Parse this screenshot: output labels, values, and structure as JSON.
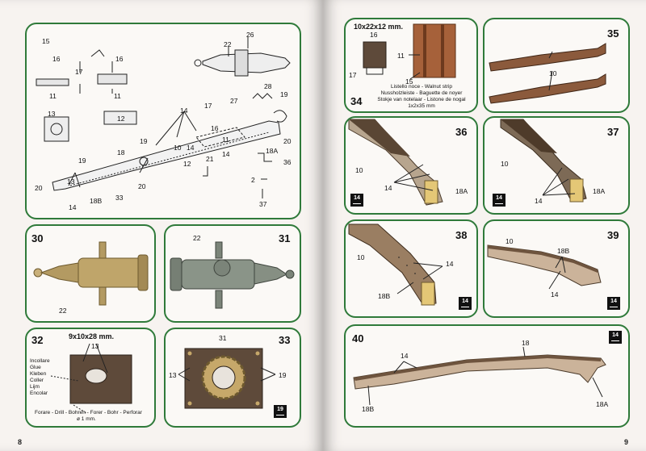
{
  "pages": {
    "left_number": "8",
    "right_number": "9"
  },
  "panel_main": {
    "labels": [
      "15",
      "16",
      "17",
      "16",
      "11",
      "11",
      "22",
      "26",
      "13",
      "12",
      "28",
      "27",
      "19",
      "14",
      "17",
      "16",
      "11",
      "20",
      "10",
      "14",
      "19",
      "18",
      "19",
      "20",
      "13",
      "12",
      "21",
      "14",
      "18A",
      "36",
      "20",
      "14",
      "18B",
      "33",
      "2",
      "37"
    ]
  },
  "step30": {
    "number": "30",
    "labels": [
      "22"
    ]
  },
  "step31": {
    "number": "31",
    "labels": [
      "22"
    ]
  },
  "step32": {
    "number": "32",
    "dimension": "9x10x28 mm.",
    "labels": [
      "13"
    ],
    "glue_note": [
      "Incollare",
      "Glue",
      "Kleben",
      "Coller",
      "Lijm",
      "Encolar"
    ],
    "drill_note": [
      "Forare - Drill - Bohren - Forer - Bohr - Perforar",
      "ø 1 mm."
    ]
  },
  "step33": {
    "number": "33",
    "labels": [
      "31",
      "13",
      "19"
    ],
    "badge": "19"
  },
  "step34": {
    "number": "34",
    "dimension": "10x22x12 mm.",
    "labels": [
      "16",
      "17",
      "11",
      "15"
    ],
    "strip_note": [
      "Listello noce - Walnut strip",
      "Nussholzleiste - Baguette de noyer",
      "Stokje van notelaar - Listone de nogal",
      "1x2x35 mm"
    ]
  },
  "step35": {
    "number": "35",
    "labels": [
      "10"
    ]
  },
  "step36": {
    "number": "36",
    "labels": [
      "10",
      "14",
      "18A"
    ],
    "badge": "14"
  },
  "step37": {
    "number": "37",
    "labels": [
      "10",
      "14",
      "18A"
    ],
    "badge": "14"
  },
  "step38": {
    "number": "38",
    "labels": [
      "10",
      "14",
      "18B"
    ],
    "badge": "14"
  },
  "step39": {
    "number": "39",
    "labels": [
      "10",
      "18B",
      "14"
    ],
    "badge": "14"
  },
  "step40": {
    "number": "40",
    "labels": [
      "18",
      "14",
      "18B",
      "18A"
    ],
    "badge": "14"
  },
  "colors": {
    "panel_border": "#2f7a3a",
    "wood_light": "#c9b59c",
    "wood_dark": "#5a4634",
    "brass": "#b39a62",
    "page": "#f7f3f0"
  }
}
